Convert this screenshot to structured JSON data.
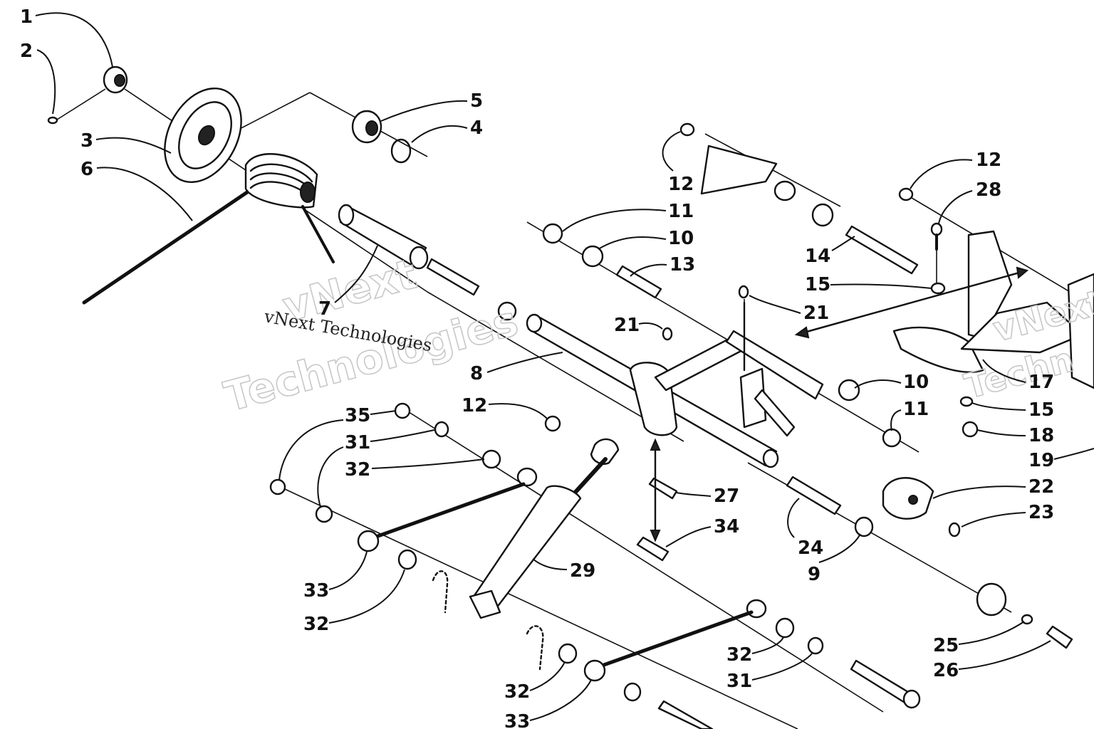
{
  "watermark": {
    "line1": "vNext",
    "line2": "Technologies",
    "serif": "vNext Technologies",
    "right_partial_1": "vNext",
    "right_partial_2": "Techn"
  },
  "callouts": [
    {
      "id": "c1",
      "label": "1"
    },
    {
      "id": "c2",
      "label": "2"
    },
    {
      "id": "c3",
      "label": "3"
    },
    {
      "id": "c4",
      "label": "4"
    },
    {
      "id": "c5",
      "label": "5"
    },
    {
      "id": "c6",
      "label": "6"
    },
    {
      "id": "c7",
      "label": "7"
    },
    {
      "id": "c8",
      "label": "8"
    },
    {
      "id": "c9",
      "label": "9"
    },
    {
      "id": "c10a",
      "label": "10"
    },
    {
      "id": "c10b",
      "label": "10"
    },
    {
      "id": "c11a",
      "label": "11"
    },
    {
      "id": "c11b",
      "label": "11"
    },
    {
      "id": "c12a",
      "label": "12"
    },
    {
      "id": "c12b",
      "label": "12"
    },
    {
      "id": "c12c",
      "label": "12"
    },
    {
      "id": "c13",
      "label": "13"
    },
    {
      "id": "c14",
      "label": "14"
    },
    {
      "id": "c15a",
      "label": "15"
    },
    {
      "id": "c15b",
      "label": "15"
    },
    {
      "id": "c17",
      "label": "17"
    },
    {
      "id": "c18",
      "label": "18"
    },
    {
      "id": "c19",
      "label": "19"
    },
    {
      "id": "c21a",
      "label": "21"
    },
    {
      "id": "c21b",
      "label": "21"
    },
    {
      "id": "c22",
      "label": "22"
    },
    {
      "id": "c23",
      "label": "23"
    },
    {
      "id": "c24",
      "label": "24"
    },
    {
      "id": "c25",
      "label": "25"
    },
    {
      "id": "c26",
      "label": "26"
    },
    {
      "id": "c27",
      "label": "27"
    },
    {
      "id": "c28",
      "label": "28"
    },
    {
      "id": "c29",
      "label": "29"
    },
    {
      "id": "c31a",
      "label": "31"
    },
    {
      "id": "c31b",
      "label": "31"
    },
    {
      "id": "c32a",
      "label": "32"
    },
    {
      "id": "c32b",
      "label": "32"
    },
    {
      "id": "c32c",
      "label": "32"
    },
    {
      "id": "c32d",
      "label": "32"
    },
    {
      "id": "c33a",
      "label": "33"
    },
    {
      "id": "c33b",
      "label": "33"
    },
    {
      "id": "c34",
      "label": "34"
    },
    {
      "id": "c35",
      "label": "35"
    }
  ]
}
